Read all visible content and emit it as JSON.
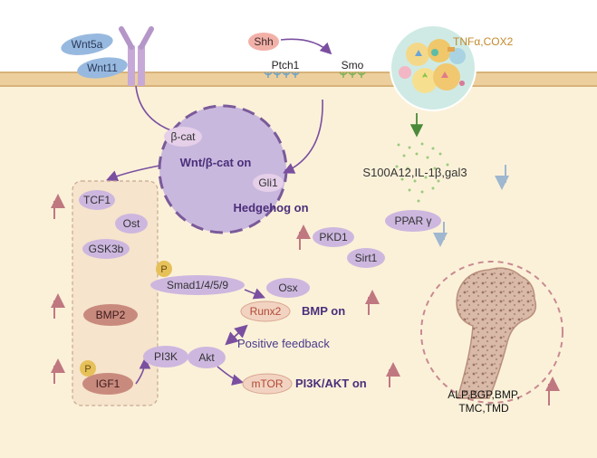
{
  "membrane": {
    "wnt5a": "Wnt5a",
    "wnt11": "Wnt11",
    "shh": "Shh",
    "ptch1": "Ptch1",
    "smo": "Smo",
    "tnf_cox2": "TNFα,COX2"
  },
  "nucleus": {
    "bcat": "β-cat",
    "wnt_on": "Wnt/β-cat on",
    "gli1": "Gli1",
    "hedgehog_on": "Hedgehog on"
  },
  "left_box": {
    "tcf1": "TCF1",
    "ost": "Ost",
    "gsk3b": "GSK3b",
    "p1": "P",
    "smad": "Smad1/4/5/9",
    "bmp2": "BMP2",
    "p2": "P",
    "igf1": "IGF1"
  },
  "middle": {
    "pi3k": "PI3K",
    "akt": "Akt",
    "osx": "Osx",
    "runx2": "Runx2",
    "bmp_on": "BMP on",
    "positive_feedback": "Positive feedback",
    "mtor": "mTOR",
    "pi3k_akt_on": "PI3K/AKT on",
    "pkd1": "PKD1",
    "sirt1": "Sirt1"
  },
  "right": {
    "s100": "S100A12,IL-1β,gal3",
    "ppar": "PPAR γ",
    "markers_line1": "ALP,BGP,BMP,",
    "markers_line2": "TMC,TMD"
  },
  "colors": {
    "cytoplasm": "#fbf1d9",
    "membrane": "#eccf9c",
    "nucleus_fill": "#c9b8dd",
    "nucleus_border": "#7a5a9a",
    "node_purple": "#cdb7df",
    "node_blue": "#98b9df",
    "node_red": "#c98a7e",
    "up_arrow": "#c07880",
    "down_arrow": "#9fb7cf",
    "label_purple": "#5a3d8a"
  },
  "icons": [
    "receptor-icon",
    "ptch1-receptor-icon",
    "smo-receptor-icon",
    "vesicle-icon",
    "femur-icon",
    "up-arrow-icon",
    "down-arrow-icon"
  ]
}
